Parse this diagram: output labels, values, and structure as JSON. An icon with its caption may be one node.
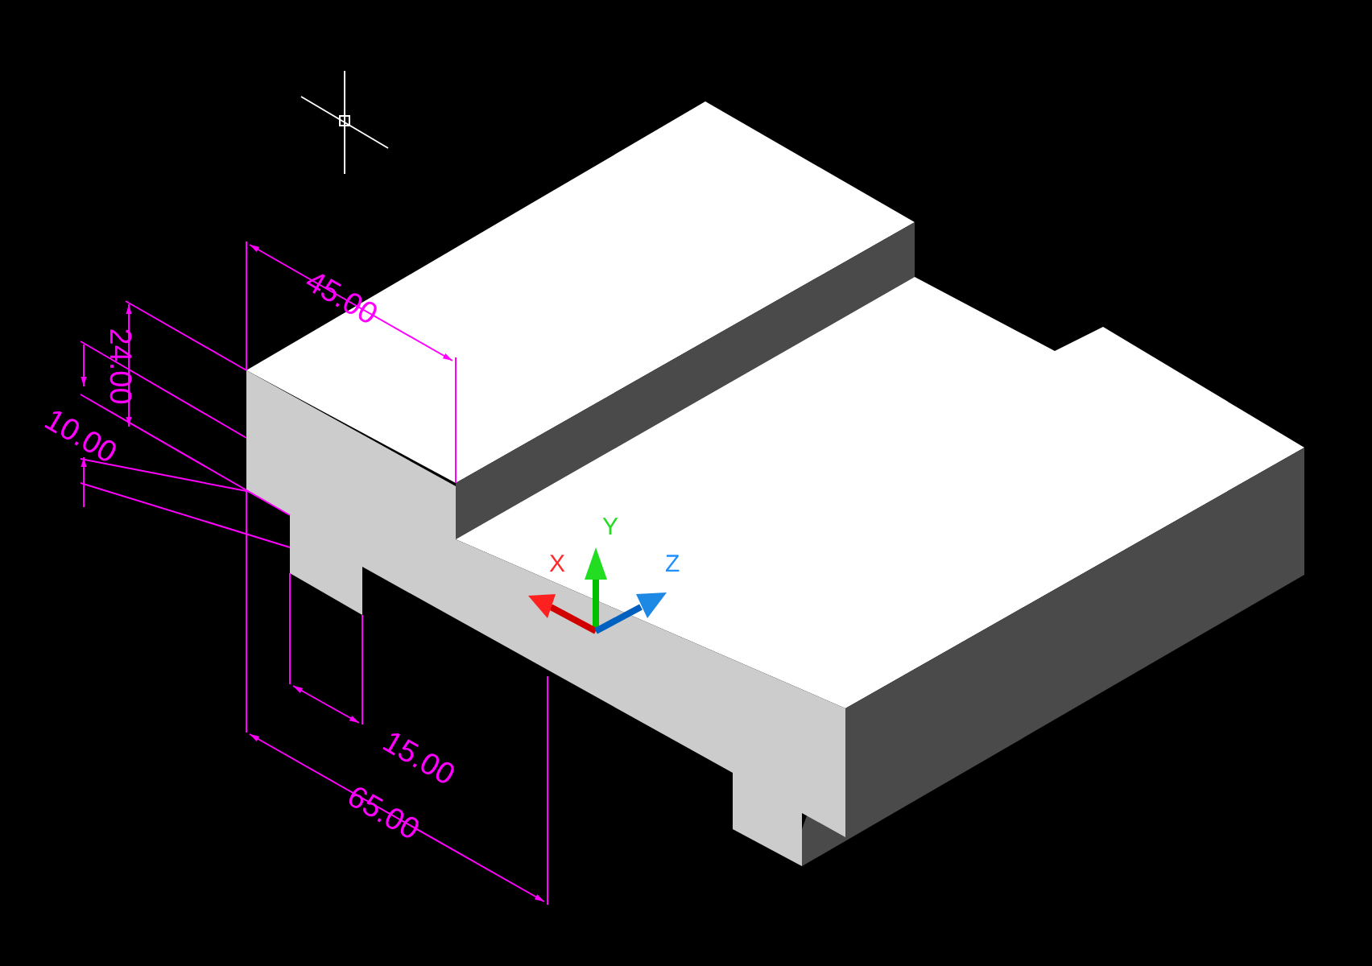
{
  "diagram": {
    "labels": [
      "45.00",
      "24.00",
      "10.00",
      "Y",
      "X",
      "Z",
      "15.00",
      "65.00"
    ]
  }
}
